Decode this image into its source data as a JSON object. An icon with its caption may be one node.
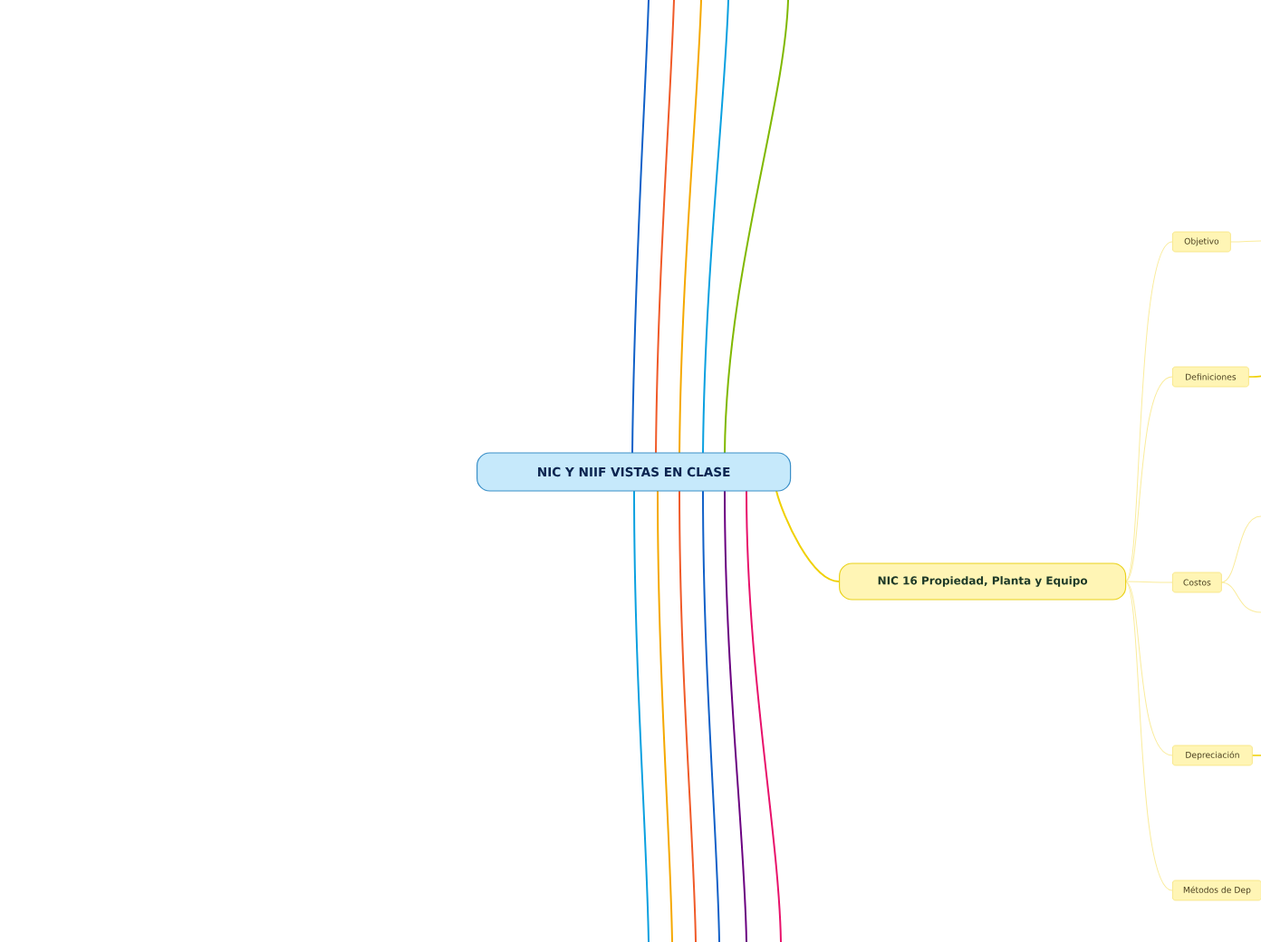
{
  "diagram": {
    "nodes": [
      {
        "text": [
          "NIC Y NIIF VISTAS EN CLASE"
        ]
      },
      {
        "text": [
          "NIC 16 Propiedad, Planta y Equipo"
        ]
      },
      {
        "text": [
          "Objetivo"
        ]
      },
      {
        "text": [
          "Definiciones"
        ]
      },
      {
        "text": [
          "Costos"
        ]
      },
      {
        "text": [
          "Depreciación"
        ]
      },
      {
        "text": [
          "Métodos de Dep"
        ]
      }
    ],
    "edges": [
      {
        "from": 0,
        "to": 1,
        "arrow": "none",
        "color": "#f0d000"
      },
      {
        "from": 1,
        "to": 2,
        "arrow": "none",
        "color": "#faec9c"
      },
      {
        "from": 1,
        "to": 3,
        "arrow": "none",
        "color": "#faec9c"
      },
      {
        "from": 1,
        "to": 4,
        "arrow": "none",
        "color": "#faec9c"
      },
      {
        "from": 1,
        "to": 5,
        "arrow": "none",
        "color": "#faec9c"
      },
      {
        "from": 1,
        "to": 6,
        "arrow": "none",
        "color": "#faec9c"
      },
      {
        "from": 0,
        "to": null,
        "arrow": "none",
        "color": "#1060c8"
      },
      {
        "from": 0,
        "to": null,
        "arrow": "none",
        "color": "#f05a28"
      },
      {
        "from": 0,
        "to": null,
        "arrow": "none",
        "color": "#f5a800"
      },
      {
        "from": 0,
        "to": null,
        "arrow": "none",
        "color": "#0aa0e0"
      },
      {
        "from": 0,
        "to": null,
        "arrow": "none",
        "color": "#80b800"
      },
      {
        "from": 0,
        "to": null,
        "arrow": "none",
        "color": "#0aa0e0"
      },
      {
        "from": 0,
        "to": null,
        "arrow": "none",
        "color": "#f5a800"
      },
      {
        "from": 0,
        "to": null,
        "arrow": "none",
        "color": "#f05a28"
      },
      {
        "from": 0,
        "to": null,
        "arrow": "none",
        "color": "#1060c8"
      },
      {
        "from": 0,
        "to": null,
        "arrow": "none",
        "color": "#6a0080"
      },
      {
        "from": 0,
        "to": null,
        "arrow": "none",
        "color": "#e8106a"
      },
      {
        "from": 2,
        "to": null,
        "arrow": "none",
        "color": "#faec9c"
      },
      {
        "from": 3,
        "to": null,
        "arrow": "none",
        "color": "#f0d000"
      },
      {
        "from": 4,
        "to": null,
        "arrow": "none",
        "color": "#faec9c"
      },
      {
        "from": 4,
        "to": null,
        "arrow": "none",
        "color": "#faec9c"
      },
      {
        "from": 5,
        "to": null,
        "arrow": "none",
        "color": "#f0d000"
      }
    ]
  }
}
